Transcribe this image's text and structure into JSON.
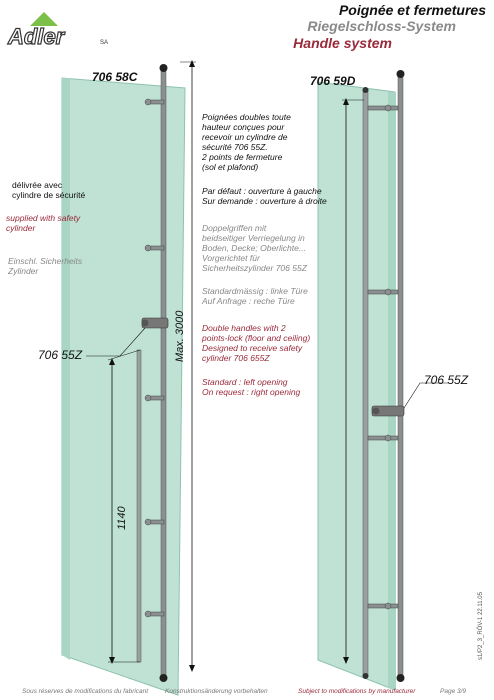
{
  "header": {
    "brand": "Adler",
    "brand_suffix": "SA",
    "title_fr": "Poignée et fermetures",
    "title_de": "Riegelschloss-System",
    "title_en": "Handle system"
  },
  "products": {
    "left_ref": "706 58C",
    "right_ref": "706 59D",
    "cylinder_left": "706 55Z",
    "cylinder_right": "706 55Z"
  },
  "dimensions": {
    "max_height": "Max. 3000",
    "handle_height": "1140"
  },
  "side_notes": {
    "fr": "délivrée avec\ncylindre de sécurité",
    "en": "supplied  with safety\ncylinder",
    "de": "Einschl. Sicherheits\nZylinder"
  },
  "description": {
    "fr_main": "Poignées doubles toute\nhauteur conçues pour\nrecevoir un cylindre de\nsécurité 706 55Z.\n2 points de fermeture\n(sol et plafond)",
    "fr_opening": "Par défaut : ouverture à gauche\nSur demande : ouverture à droite",
    "de_main": "Doppelgriffen mit\nbeidseitiger Verriegelung in\nBoden, Decke; Oberlichte...\nVorgerichtet für\nSicherheitszylinder 706 55Z",
    "de_opening": "Standardmässig : linke Türe\nAuf Anfrage : reche Türe",
    "en_main": "Double handles with 2\npoints-lock (floor and ceiling)\nDesigned to receive safety\ncylinder 706 655Z",
    "en_opening": "Standard : left opening\nOn request : right opening"
  },
  "footer": {
    "fr": "Sous réserves de modifications du fabricant",
    "de": "Konstruktionsänderung vorbehalten",
    "en": "Subject to modifications by manufacturer",
    "page": "Page 3/9"
  },
  "doc_code": "s1/P2_3_RÖV-1  22.11.05",
  "colors": {
    "glass": "#bfe2d4",
    "glass_edge": "#8fc3ae",
    "metal": "#8a8f8f",
    "accent_red": "#9a2a3a"
  }
}
